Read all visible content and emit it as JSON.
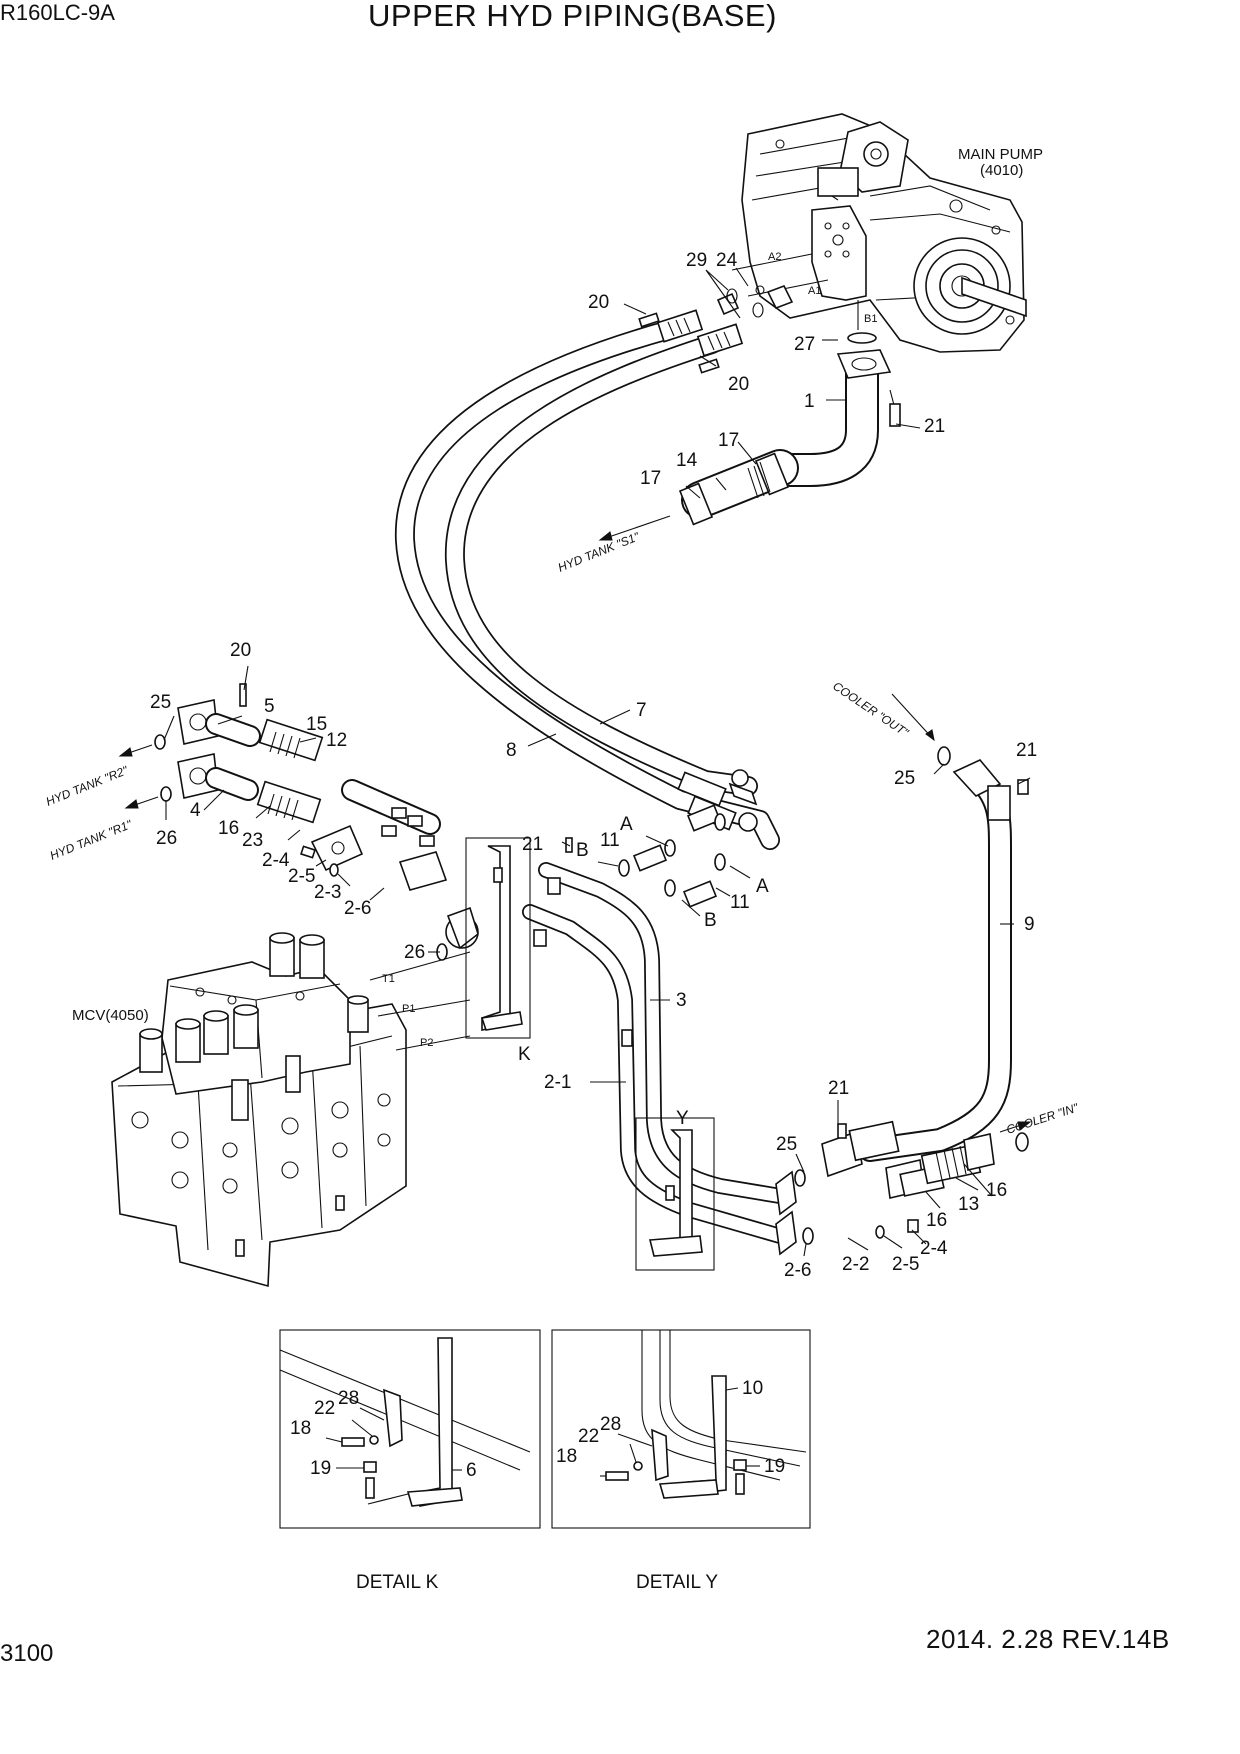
{
  "header": {
    "model": "R160LC-9A",
    "title": "UPPER HYD PIPING(BASE)"
  },
  "footer": {
    "page": "3100",
    "revision": "2014. 2.28  REV.14B"
  },
  "labels": {
    "main_pump": "MAIN PUMP",
    "main_pump_code": "(4010)",
    "mcv": "MCV(4050)",
    "hyd_tank_s1": "HYD TANK \"S1\"",
    "hyd_tank_r2": "HYD TANK \"R2\"",
    "hyd_tank_r1": "HYD TANK \"R1\"",
    "cooler_out": "COOLER \"OUT\"",
    "cooler_in": "COOLER \"IN\"",
    "detail_k": "DETAIL K",
    "detail_y": "DETAIL Y",
    "view_k": "K",
    "view_y": "Y",
    "port_a1": "A1",
    "port_a2": "A2",
    "port_b1": "B1",
    "port_t1": "T1",
    "port_p1": "P1",
    "port_p2": "P2"
  },
  "callouts": {
    "c29": "29",
    "c24": "24",
    "c20a": "20",
    "c20b": "20",
    "c27": "27",
    "c1": "1",
    "c21a": "21",
    "c17a": "17",
    "c14": "14",
    "c17b": "17",
    "c20c": "20",
    "c25a": "25",
    "c5": "5",
    "c15": "15",
    "c12": "12",
    "c4": "4",
    "c26a": "26",
    "c16a": "16",
    "c23": "23",
    "c2_4a": "2-4",
    "c2_5a": "2-5",
    "c2_3": "2-3",
    "c2_6a": "2-6",
    "c7": "7",
    "c8": "8",
    "c21b": "21",
    "cB1": "B",
    "c11a": "11",
    "cA1": "A",
    "cA2": "A",
    "c11b": "11",
    "cB2": "B",
    "c26b": "26",
    "c3": "3",
    "c2_1": "2-1",
    "c25b": "25",
    "c21c": "21",
    "c9": "9",
    "c21d": "21",
    "c25c": "25",
    "c16b": "16",
    "c13": "13",
    "c16c": "16",
    "c2_2": "2-2",
    "c2_5b": "2-5",
    "c2_4b": "2-4",
    "c2_6b": "2-6",
    "k28": "28",
    "k22": "22",
    "k18": "18",
    "k19": "19",
    "k6": "6",
    "y10": "10",
    "y28": "28",
    "y22": "22",
    "y18": "18",
    "y19": "19"
  }
}
